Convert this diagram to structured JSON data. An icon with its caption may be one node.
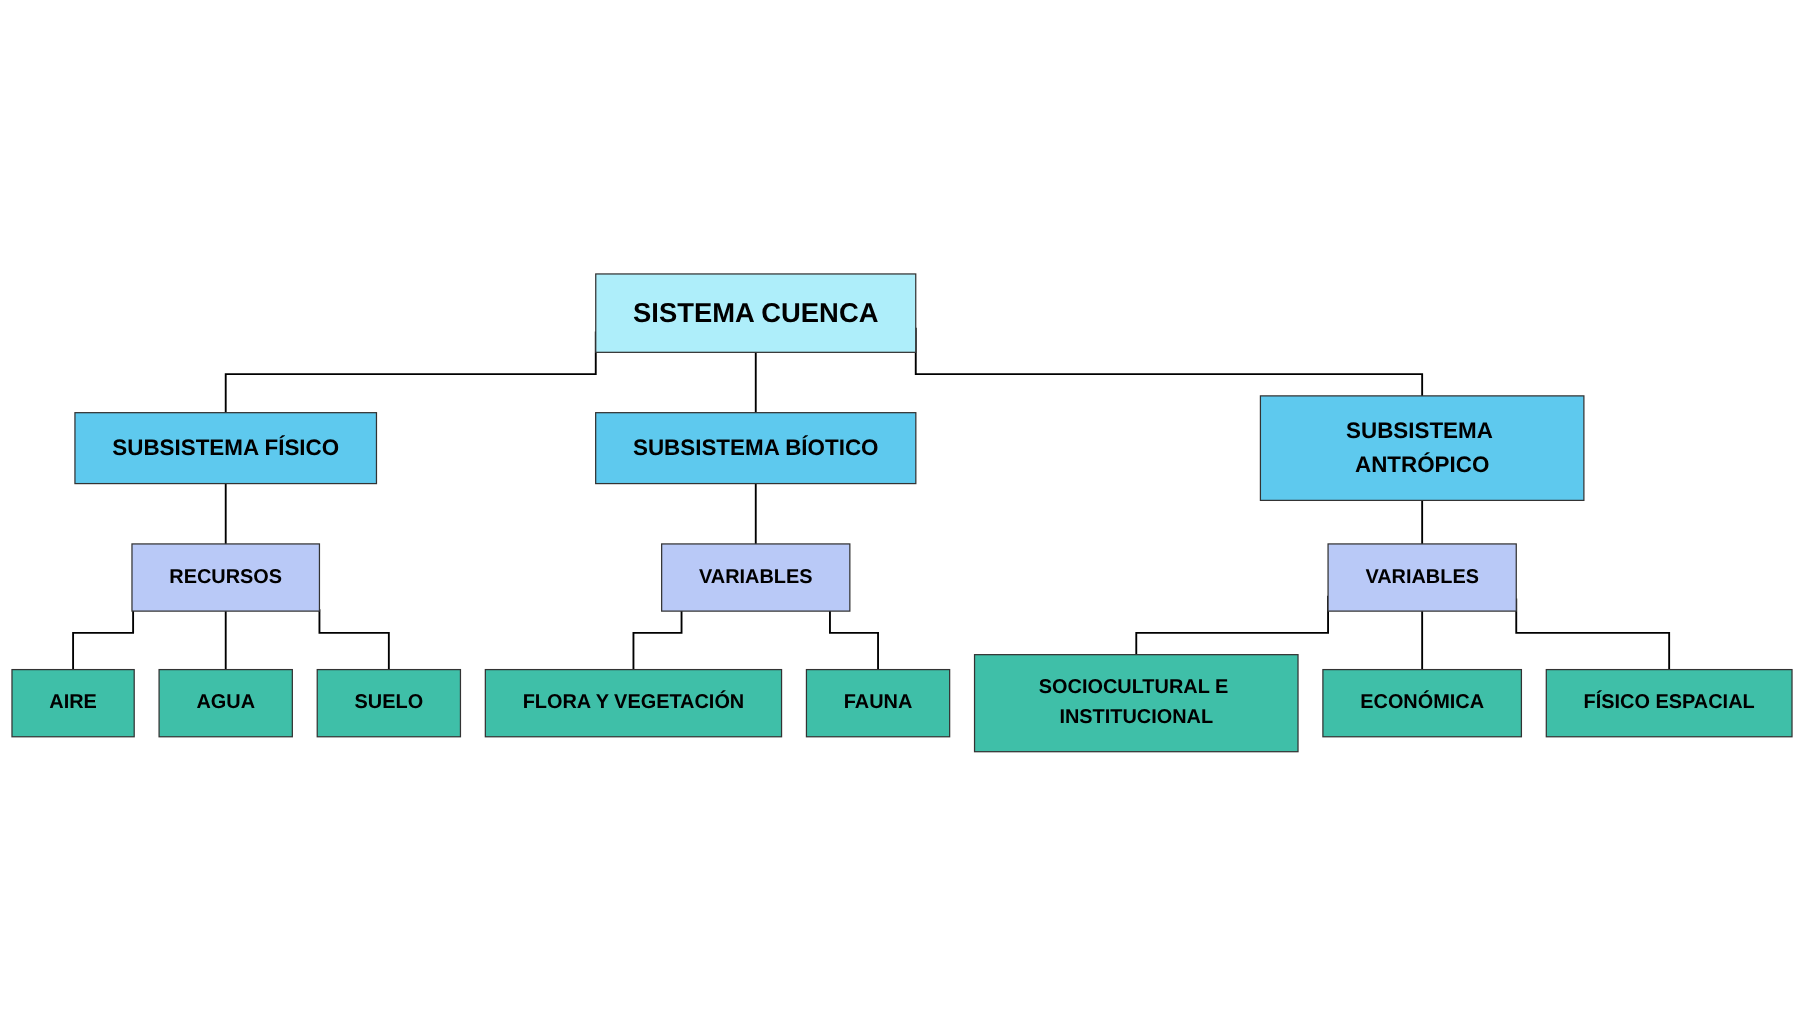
{
  "diagram": {
    "nodes": [
      {
        "text": [
          "SISTEMA CUENCA"
        ]
      },
      {
        "text": [
          "SUBSISTEMA FÍSICO"
        ]
      },
      {
        "text": [
          "SUBSISTEMA BÍOTICO"
        ]
      },
      {
        "text": [
          "SUBSISTEMA ANTRÓPICO"
        ]
      },
      {
        "text": [
          "RECURSOS"
        ]
      },
      {
        "text": [
          "AIRE"
        ]
      },
      {
        "text": [
          "AGUA"
        ]
      },
      {
        "text": [
          "SUELO"
        ]
      },
      {
        "text": [
          "VARIABLES"
        ]
      },
      {
        "text": [
          "FLORA Y VEGETACIÓN"
        ]
      },
      {
        "text": [
          "FAUNA"
        ]
      },
      {
        "text": [
          "VARIABLES"
        ]
      },
      {
        "text": [
          "SOCIOCULTURAL E INSTITUCIONAL"
        ]
      },
      {
        "text": [
          "ECONÓMICA"
        ]
      },
      {
        "text": [
          "FÍSICO ESPACIAL"
        ]
      }
    ],
    "edges": [
      {
        "from": 0,
        "to": 1,
        "arrow": "none"
      },
      {
        "from": 0,
        "to": 2,
        "arrow": "none"
      },
      {
        "from": 0,
        "to": 3,
        "arrow": "none"
      },
      {
        "from": 1,
        "to": 4,
        "arrow": "none"
      },
      {
        "from": 4,
        "to": 5,
        "arrow": "none"
      },
      {
        "from": 4,
        "to": 6,
        "arrow": "none"
      },
      {
        "from": 4,
        "to": 7,
        "arrow": "none"
      },
      {
        "from": 2,
        "to": 8,
        "arrow": "none"
      },
      {
        "from": 8,
        "to": 9,
        "arrow": "none"
      },
      {
        "from": 8,
        "to": 10,
        "arrow": "none"
      },
      {
        "from": 3,
        "to": 11,
        "arrow": "none"
      },
      {
        "from": 11,
        "to": 12,
        "arrow": "none"
      },
      {
        "from": 11,
        "to": 13,
        "arrow": "none"
      },
      {
        "from": 11,
        "to": 14,
        "arrow": "none"
      }
    ]
  }
}
